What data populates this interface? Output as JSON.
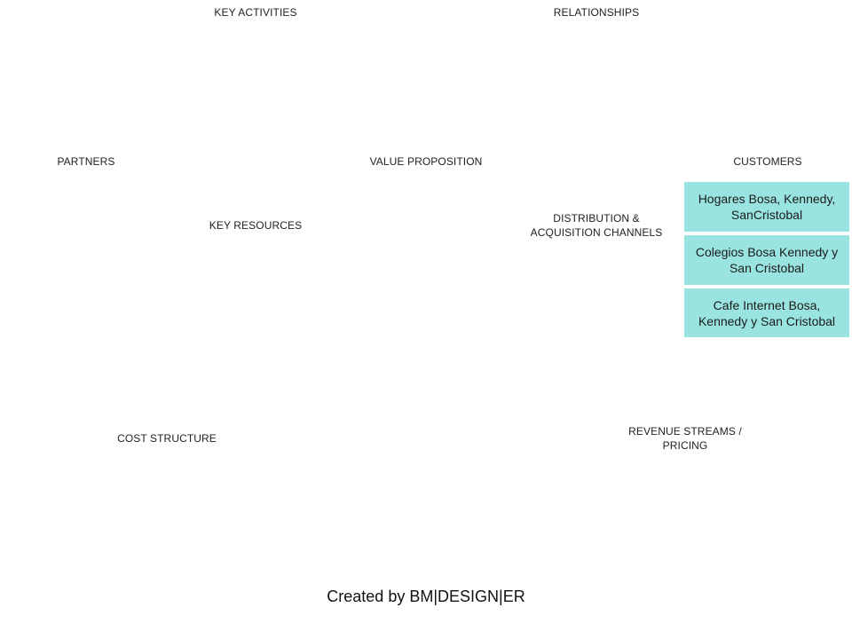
{
  "canvas": {
    "sections": {
      "key_activities": "KEY ACTIVITIES",
      "relationships": "RELATIONSHIPS",
      "partners": "PARTNERS",
      "value_proposition": "VALUE PROPOSITION",
      "customers": "CUSTOMERS",
      "key_resources": "KEY RESOURCES",
      "distribution_channels": "DISTRIBUTION  &\nACQUISITION  CHANNELS",
      "cost_structure": "COST  STRUCTURE",
      "revenue_streams": "REVENUE STREAMS /\nPRICING"
    },
    "customer_cards": [
      "Hogares Bosa, Kennedy, SanCristobal",
      "Colegios Bosa Kennedy y San Cristobal",
      "Cafe Internet Bosa, Kennedy y San Cristobal"
    ],
    "card_color": "#99e4e0"
  },
  "footer": {
    "credit": "Created by BM|DESIGN|ER"
  }
}
